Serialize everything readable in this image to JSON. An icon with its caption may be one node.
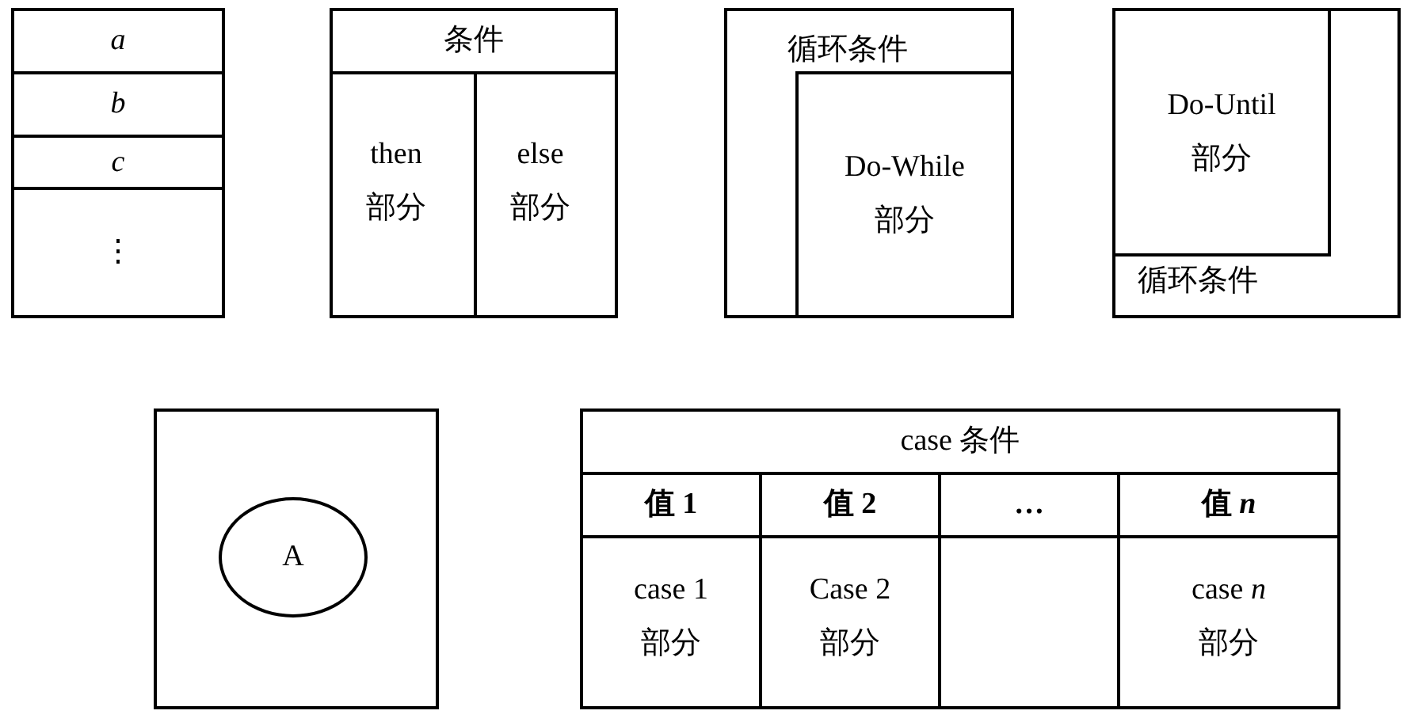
{
  "diagram": {
    "nodes": [
      {
        "text": [
          "a"
        ]
      },
      {
        "text": [
          "b"
        ]
      },
      {
        "text": [
          "c"
        ]
      },
      {
        "text": [
          "⋮"
        ]
      },
      {
        "text": [
          "条件"
        ]
      },
      {
        "text": [
          "then 部分"
        ]
      },
      {
        "text": [
          "else 部分"
        ]
      },
      {
        "text": [
          "循环条件"
        ]
      },
      {
        "text": [
          "Do-While 部分"
        ],
        "in": 7
      },
      {
        "text": [
          "循环条件"
        ]
      },
      {
        "text": [
          "Do-Until 部分"
        ],
        "in": 9
      },
      {
        "text": [],
        "shape": "box"
      },
      {
        "text": [
          "A"
        ],
        "in": 11
      },
      {
        "text": [
          "case 条件"
        ]
      },
      {
        "text": [
          "值 1"
        ]
      },
      {
        "text": [
          "值 2"
        ]
      },
      {
        "text": [
          "…"
        ]
      },
      {
        "text": [
          "值 *n*"
        ]
      },
      {
        "text": [
          "case 1 部分"
        ]
      },
      {
        "text": [
          "Case 2 部分"
        ]
      },
      {
        "text": [],
        "shape": "box"
      },
      {
        "text": [
          "case *n* 部分"
        ]
      }
    ]
  }
}
